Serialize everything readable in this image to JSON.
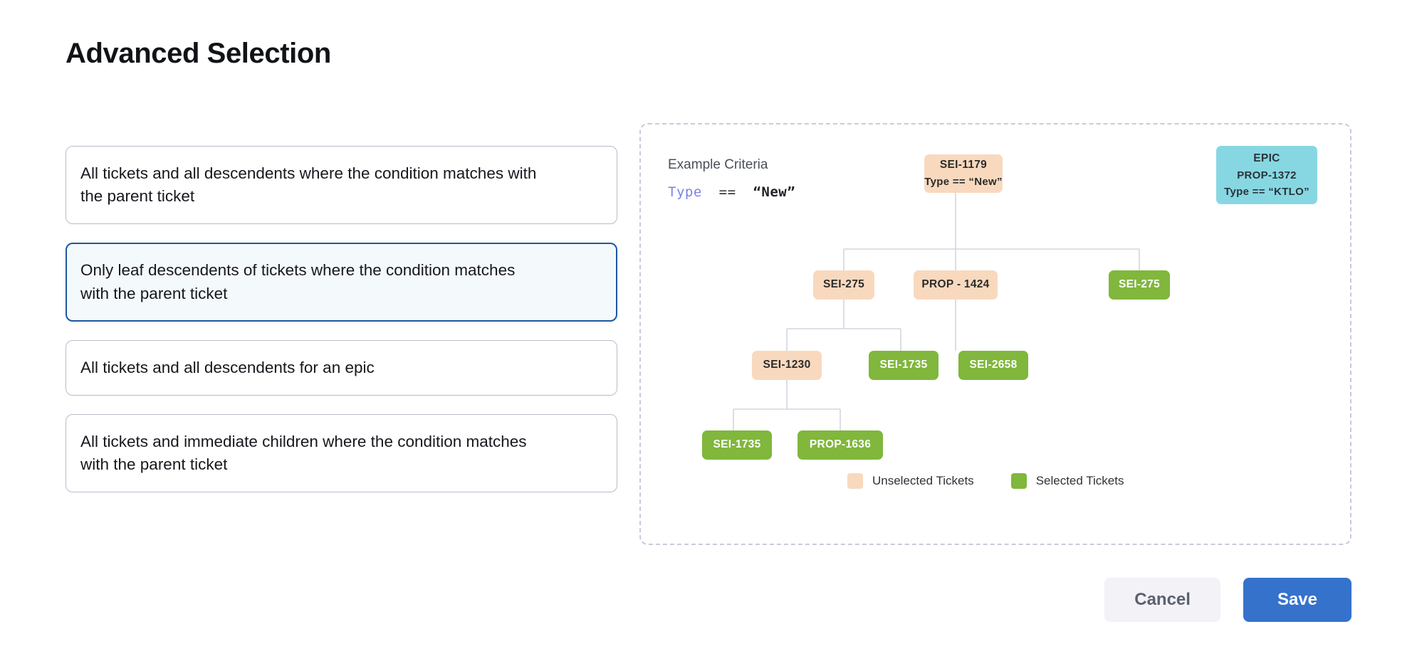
{
  "page": {
    "title": "Advanced Selection"
  },
  "options": [
    {
      "label": "All tickets and all descendents where the condition matches with the parent ticket",
      "selected": false
    },
    {
      "label": "Only leaf descendents of tickets where the condition matches with the parent ticket",
      "selected": true
    },
    {
      "label": "All tickets and all descendents for an epic",
      "selected": false
    },
    {
      "label": "All tickets and immediate children where the condition matches with the parent ticket",
      "selected": false
    }
  ],
  "diagram": {
    "criteria_label": "Example Criteria",
    "criteria_expression": {
      "field": "Type",
      "operator": "==",
      "value": "“New”"
    },
    "nodes": [
      {
        "id": "n-sei-1179",
        "title": "SEI-1179",
        "subtitle": "Type == “New”",
        "color": "peach",
        "state": "unselected"
      },
      {
        "id": "n-epic-1372",
        "title": "EPIC",
        "subtitle": "PROP-1372",
        "subtitle2": "Type == “KTLO”",
        "color": "cyan",
        "state": "epic"
      },
      {
        "id": "n-sei-275-a",
        "title": "SEI-275",
        "color": "peach",
        "state": "unselected"
      },
      {
        "id": "n-prop-1424",
        "title": "PROP - 1424",
        "color": "peach",
        "state": "unselected"
      },
      {
        "id": "n-sei-275-b",
        "title": "SEI-275",
        "color": "green",
        "state": "selected"
      },
      {
        "id": "n-sei-1230",
        "title": "SEI-1230",
        "color": "peach",
        "state": "unselected"
      },
      {
        "id": "n-sei-1735-a",
        "title": "SEI-1735",
        "color": "green",
        "state": "selected"
      },
      {
        "id": "n-sei-2658",
        "title": "SEI-2658",
        "color": "green",
        "state": "selected"
      },
      {
        "id": "n-sei-1735-b",
        "title": "SEI-1735",
        "color": "green",
        "state": "selected"
      },
      {
        "id": "n-prop-1636",
        "title": "PROP-1636",
        "color": "green",
        "state": "selected"
      }
    ],
    "legend": [
      {
        "swatch": "peach",
        "label": "Unselected Tickets"
      },
      {
        "swatch": "green",
        "label": "Selected Tickets"
      }
    ]
  },
  "footer": {
    "cancel_label": "Cancel",
    "save_label": "Save"
  },
  "colors": {
    "unselected": "#f8d9be",
    "selected": "#80b73c",
    "epic": "#87d7e2",
    "accent": "#3572cc",
    "selected_card_border": "#1e56a0",
    "selected_card_bg": "#f4f9fc",
    "keyword": "#7b82e8",
    "connector": "#d4d6e0"
  }
}
